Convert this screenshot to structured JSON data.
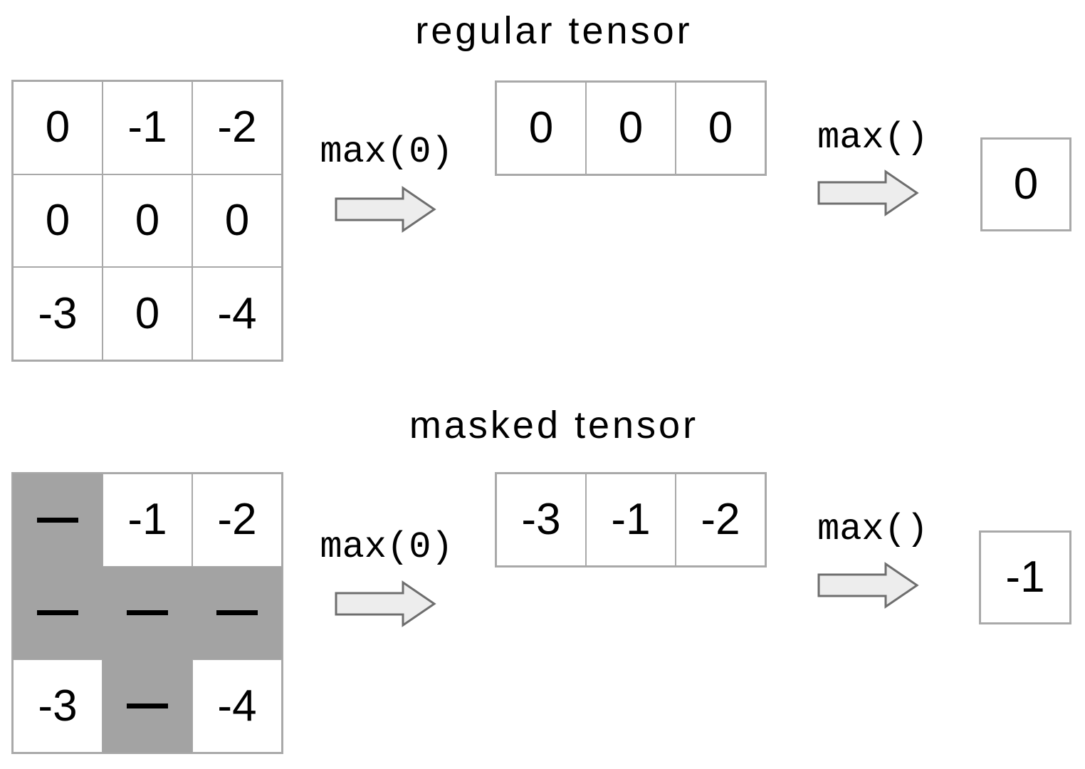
{
  "colors": {
    "background": "#ffffff",
    "cell_border": "#a9a9a9",
    "mask_fill": "#a3a3a3",
    "arrow_fill": "#ededed",
    "arrow_stroke": "#6e6e6e",
    "text": "#000000"
  },
  "sections": [
    {
      "title": "regular tensor",
      "reduce_dim_label": "max(0)",
      "reduce_all_label": "max()",
      "input_grid": [
        [
          "0",
          "-1",
          "-2"
        ],
        [
          "0",
          "0",
          "0"
        ],
        [
          "-3",
          "0",
          "-4"
        ]
      ],
      "mask": [
        [
          false,
          false,
          false
        ],
        [
          false,
          false,
          false
        ],
        [
          false,
          false,
          false
        ]
      ],
      "reduced_row": [
        "0",
        "0",
        "0"
      ],
      "result": "0"
    },
    {
      "title": "masked tensor",
      "reduce_dim_label": "max(0)",
      "reduce_all_label": "max()",
      "input_grid": [
        [
          "—",
          "-1",
          "-2"
        ],
        [
          "—",
          "—",
          "—"
        ],
        [
          "-3",
          "—",
          "-4"
        ]
      ],
      "mask": [
        [
          true,
          false,
          false
        ],
        [
          true,
          true,
          true
        ],
        [
          false,
          true,
          false
        ]
      ],
      "reduced_row": [
        "-3",
        "-1",
        "-2"
      ],
      "result": "-1"
    }
  ]
}
